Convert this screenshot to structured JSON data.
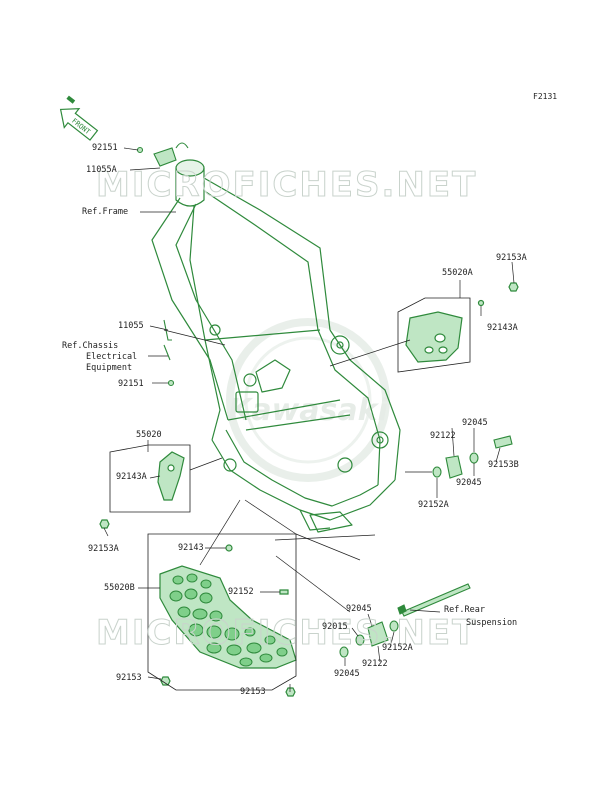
{
  "figure_code": "F2131",
  "front_arrow_label": "FRONT",
  "watermark_text": "MICROFICHES.NET",
  "brand_logo_text": "Kawasaki",
  "colors": {
    "part_line": "#2f8a3c",
    "part_fill": "#bfe6c4",
    "hole_fill": "#7fcf8a",
    "leader": "#222222",
    "watermark": "#c9d3cc"
  },
  "labels": {
    "p92151_top": "92151",
    "p11055a": "11055A",
    "ref_frame": "Ref.Frame",
    "p92153a_top": "92153A",
    "p55020a": "55020A",
    "p92143a_right": "92143A",
    "p11055": "11055",
    "ref_chassis_1": "Ref.Chassis",
    "ref_chassis_2": "Electrical",
    "ref_chassis_3": "Equipment",
    "p92151_mid": "92151",
    "p92045_right_top": "92045",
    "p92122_right": "92122",
    "p92153b": "92153B",
    "p92045_right_bot": "92045",
    "p92152a_right": "92152A",
    "p55020": "55020",
    "p92143a_left": "92143A",
    "p92153a_left": "92153A",
    "p92143": "92143",
    "p55020b": "55020B",
    "p92152": "92152",
    "p92045_low_top": "92045",
    "p92015": "92015",
    "p92152a_low": "92152A",
    "p92122_low": "92122",
    "p92045_low_bot": "92045",
    "ref_rear_1": "Ref.Rear",
    "ref_rear_2": "Suspension",
    "p92153_left": "92153",
    "p92153_bottom": "92153"
  }
}
